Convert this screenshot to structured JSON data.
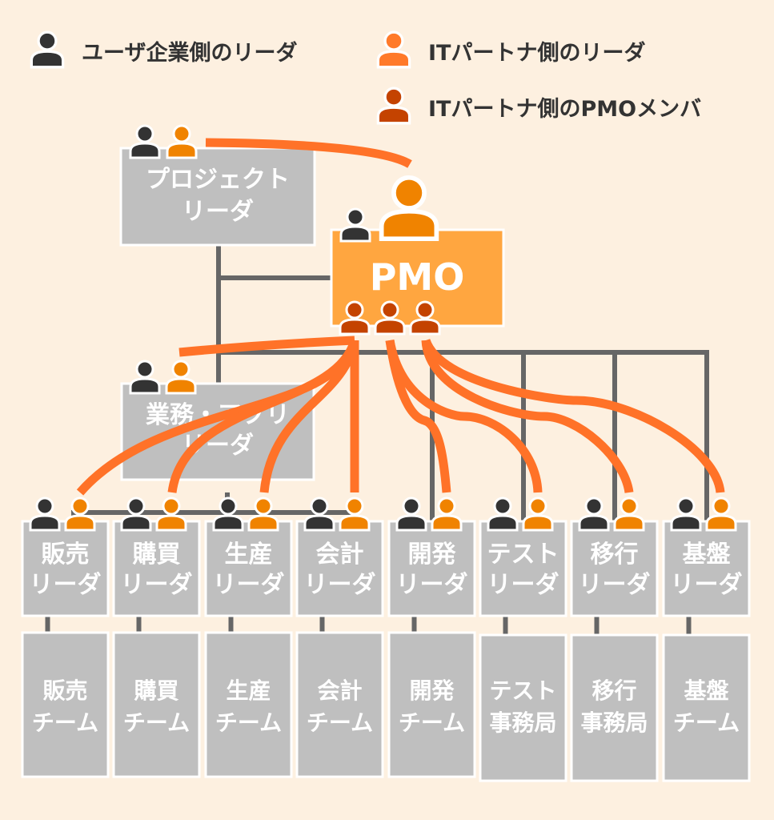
{
  "colors": {
    "background": "#fdf0e0",
    "user_leader": "#333333",
    "it_partner_leader": "#f08300",
    "it_partner_leader_legend": "#ff7a2a",
    "pmo_member": "#c44300",
    "box_gray": "#bfbfbf",
    "pmo_box": "#ffa640",
    "connector_gray": "#666666",
    "link_orange": "#ff7228"
  },
  "legend": [
    {
      "icon": "person-icon-user-leader",
      "label": "ユーザ企業側のリーダ"
    },
    {
      "icon": "person-icon-it-partner-leader",
      "label": "ITパートナ側のリーダ"
    },
    {
      "icon": "person-icon-pmo-member",
      "label": "ITパートナ側のPMOメンバ"
    }
  ],
  "top": {
    "project_leader": {
      "line1": "プロジェクト",
      "line2": "リーダ"
    },
    "pmo": {
      "label": "PMO"
    },
    "business_leader": {
      "line1": "業務・アプリ",
      "line2": "リーダ"
    }
  },
  "leaders": [
    {
      "line1": "販売",
      "line2": "リーダ"
    },
    {
      "line1": "購買",
      "line2": "リーダ"
    },
    {
      "line1": "生産",
      "line2": "リーダ"
    },
    {
      "line1": "会計",
      "line2": "リーダ"
    },
    {
      "line1": "開発",
      "line2": "リーダ"
    },
    {
      "line1": "テスト",
      "line2": "リーダ"
    },
    {
      "line1": "移行",
      "line2": "リーダ"
    },
    {
      "line1": "基盤",
      "line2": "リーダ"
    }
  ],
  "teams": [
    {
      "line1": "販売",
      "line2": "チーム"
    },
    {
      "line1": "購買",
      "line2": "チーム"
    },
    {
      "line1": "生産",
      "line2": "チーム"
    },
    {
      "line1": "会計",
      "line2": "チーム"
    },
    {
      "line1": "開発",
      "line2": "チーム"
    },
    {
      "line1": "テスト",
      "line2": "事務局"
    },
    {
      "line1": "移行",
      "line2": "事務局"
    },
    {
      "line1": "基盤",
      "line2": "チーム"
    }
  ]
}
